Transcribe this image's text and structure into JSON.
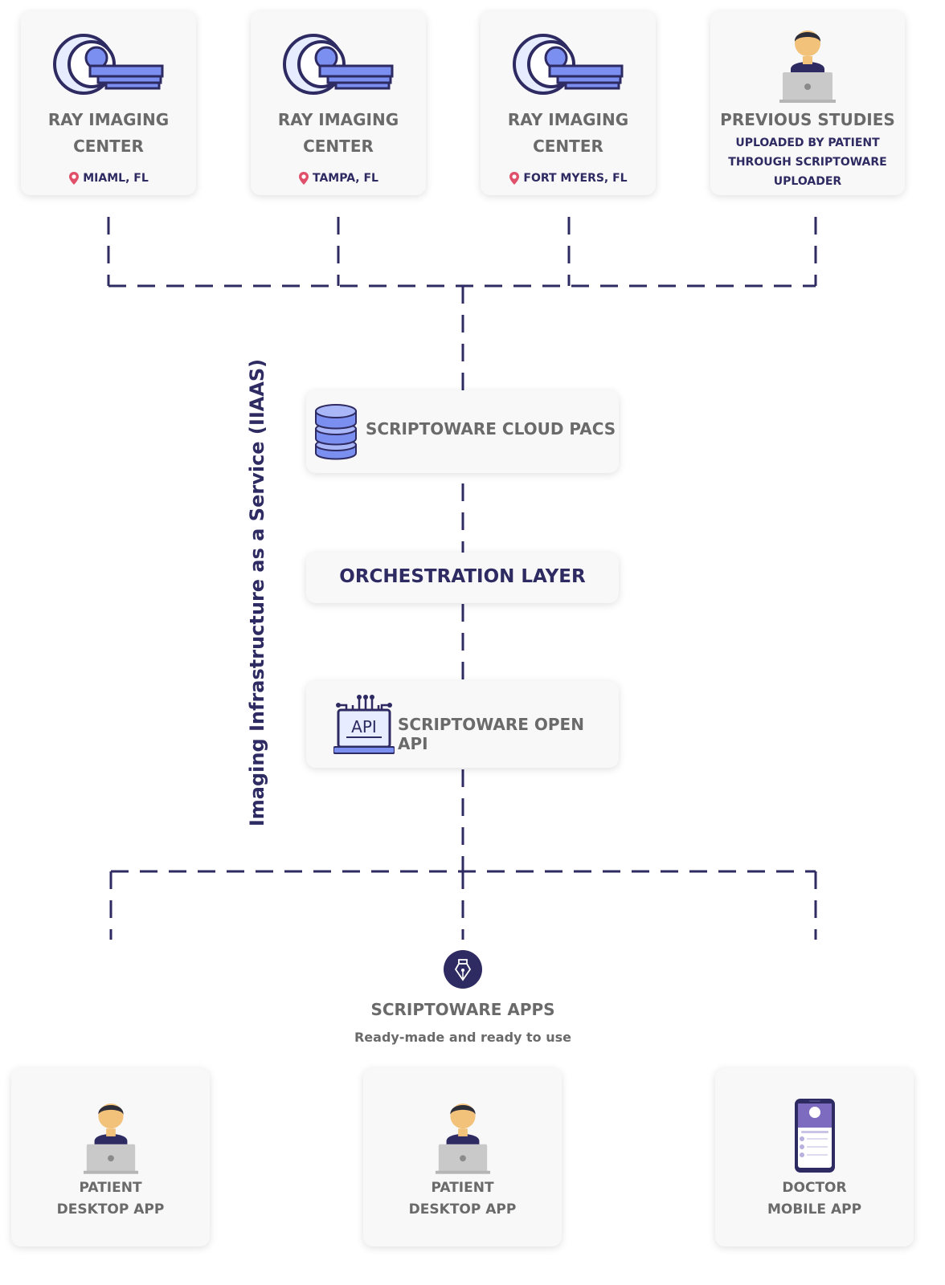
{
  "sources": [
    {
      "title_line1": "RAY IMAGING",
      "title_line2": "CENTER",
      "location": "MIAML, FL",
      "icon": "mri-scanner-icon"
    },
    {
      "title_line1": "RAY IMAGING",
      "title_line2": "CENTER",
      "location": "TAMPA, FL",
      "icon": "mri-scanner-icon"
    },
    {
      "title_line1": "RAY IMAGING",
      "title_line2": "CENTER",
      "location": "FORT MYERS, FL",
      "icon": "mri-scanner-icon"
    }
  ],
  "previous_studies": {
    "title": "PREVIOUS STUDIES",
    "line1": "UPLOADED BY PATIENT",
    "line2": "THROUGH SCRIPTOWARE",
    "line3": "UPLOADER",
    "icon": "user-laptop-icon"
  },
  "infra_label": "Imaging Infrastructure as a Service (IIAAS)",
  "pacs": {
    "label": "SCRIPTOWARE CLOUD PACS",
    "icon": "database-icon"
  },
  "orchestration": {
    "label": "ORCHESTRATION LAYER"
  },
  "api": {
    "label": "SCRIPTOWARE OPEN API",
    "icon": "api-laptop-icon"
  },
  "apps_hub": {
    "title": "SCRIPTOWARE APPS",
    "subtitle": "Ready-made and ready to use",
    "icon": "pen-nib-icon"
  },
  "apps": [
    {
      "line1": "PATIENT",
      "line2": "DESKTOP APP",
      "icon": "user-laptop-icon"
    },
    {
      "line1": "PATIENT",
      "line2": "DESKTOP APP",
      "icon": "user-laptop-icon"
    },
    {
      "line1": "DOCTOR",
      "line2": "MOBILE APP",
      "icon": "mobile-phone-icon"
    }
  ],
  "colors": {
    "navy": "#2e2a62",
    "gray_text": "#6a6a6a",
    "blue": "#7b8ff0",
    "location_pin": "#e0506a"
  }
}
